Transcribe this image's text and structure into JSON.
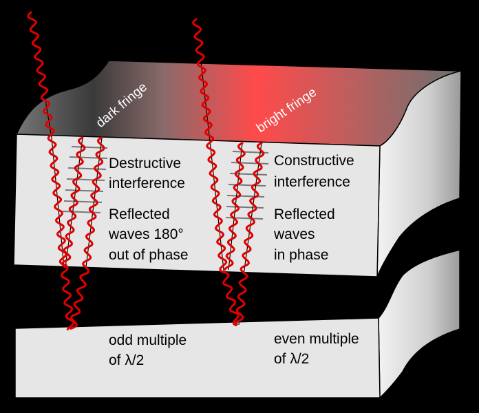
{
  "labels": {
    "dark_fringe": "dark fringe",
    "bright_fringe": "bright fringe",
    "destructive_1": "Destructive",
    "destructive_2": "interference",
    "reflected_left_1": "Reflected",
    "reflected_left_2": "waves 180°",
    "reflected_left_3": "out of phase",
    "constructive_1": "Constructive",
    "constructive_2": "interference",
    "reflected_right_1": "Reflected",
    "reflected_right_2": "waves",
    "reflected_right_3": "in phase",
    "odd_1": "odd multiple",
    "odd_2": "of λ/2",
    "even_1": "even multiple",
    "even_2": "of λ/2"
  },
  "colors": {
    "background": "#000000",
    "film_face": "#e6e6e6",
    "wave_red": "#e00000",
    "bright_glow": "#ff4848",
    "dark_surface": "#454545"
  }
}
